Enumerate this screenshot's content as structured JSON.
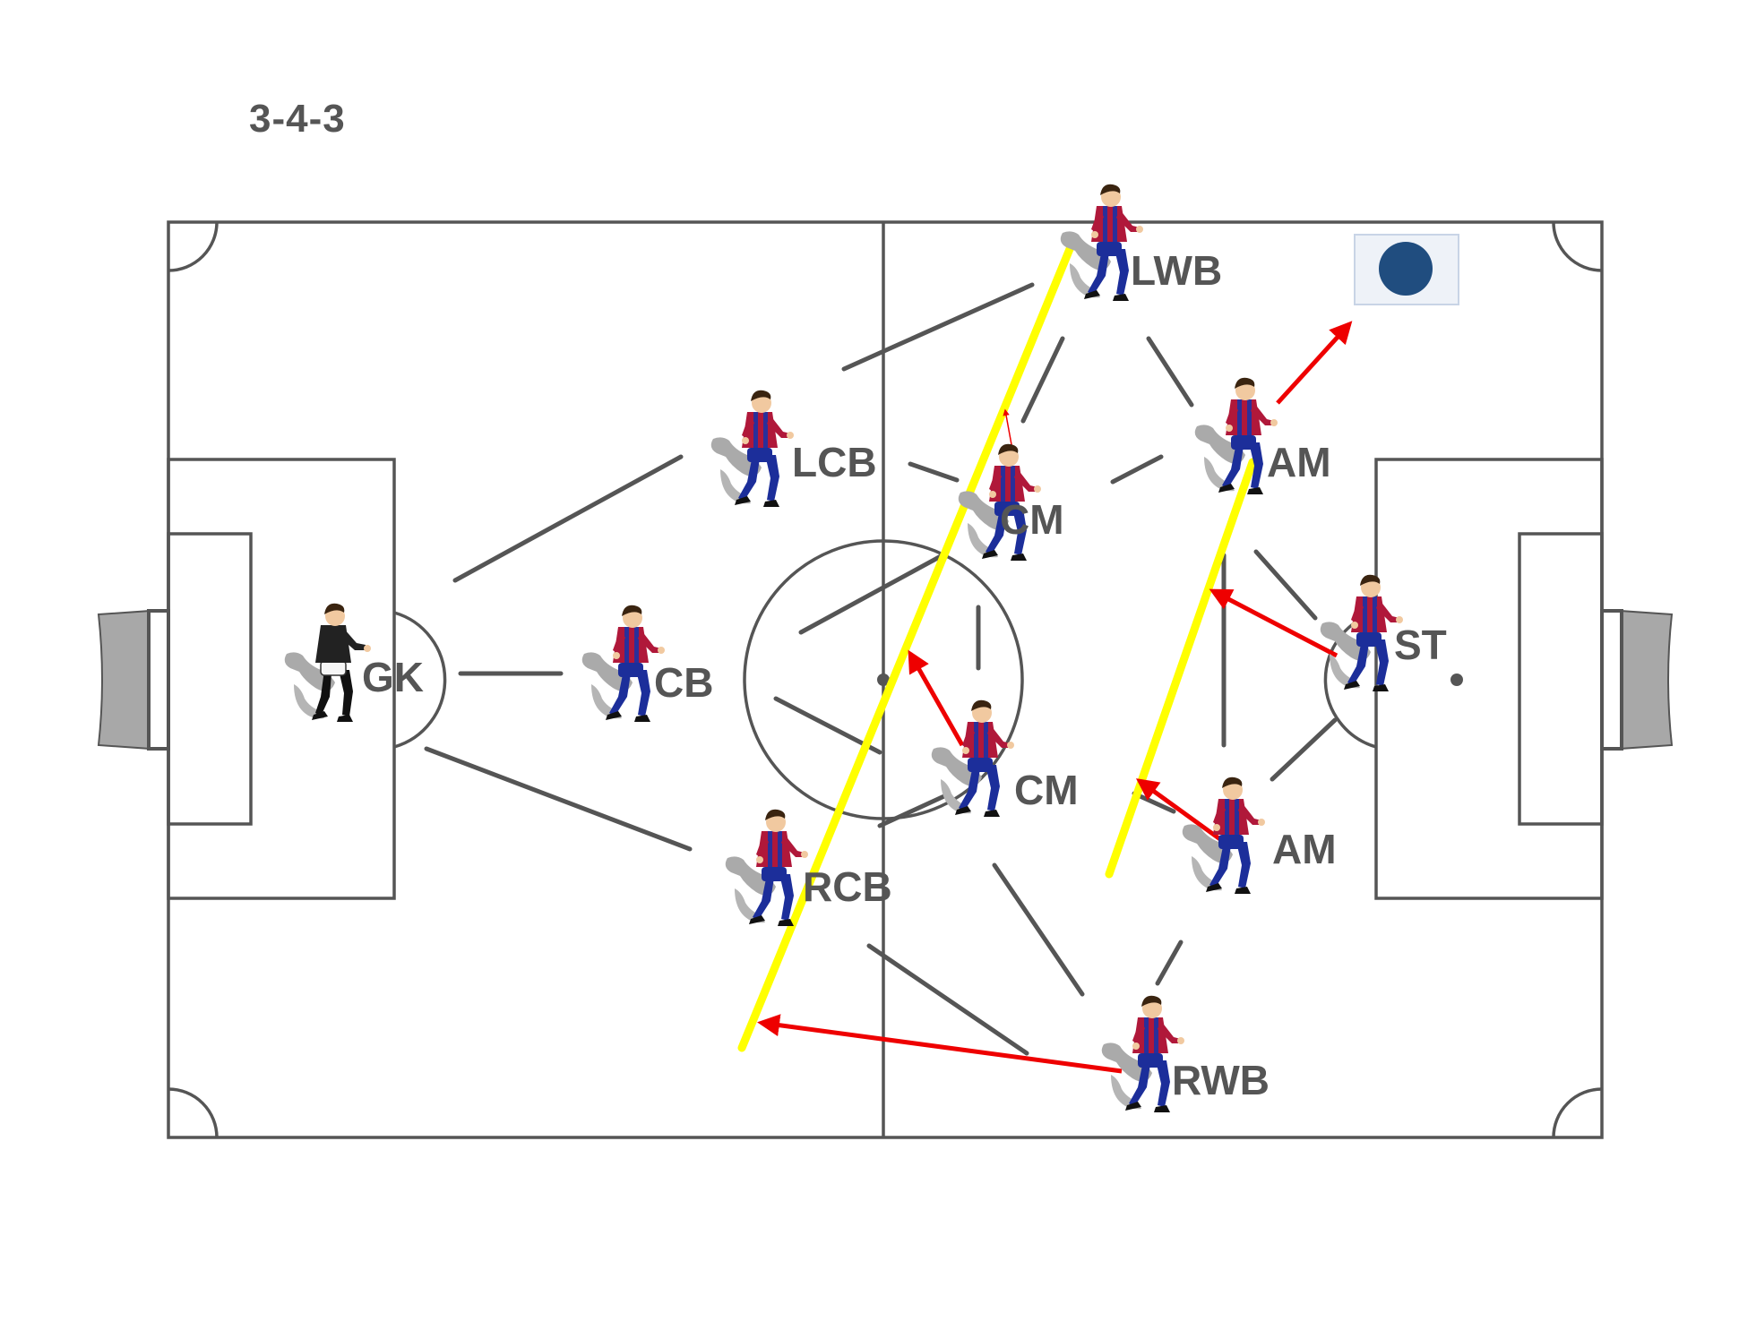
{
  "formation": "3-4-3",
  "players": [
    {
      "id": "gk",
      "label": "GK",
      "kit": "keeper"
    },
    {
      "id": "cb",
      "label": "CB",
      "kit": "outfield"
    },
    {
      "id": "lcb",
      "label": "LCB",
      "kit": "outfield"
    },
    {
      "id": "rcb",
      "label": "RCB",
      "kit": "outfield"
    },
    {
      "id": "lwb",
      "label": "LWB",
      "kit": "outfield"
    },
    {
      "id": "cm1",
      "label": "CM",
      "kit": "outfield"
    },
    {
      "id": "cm2",
      "label": "CM",
      "kit": "outfield"
    },
    {
      "id": "rwb",
      "label": "RWB",
      "kit": "outfield"
    },
    {
      "id": "am1",
      "label": "AM",
      "kit": "outfield"
    },
    {
      "id": "am2",
      "label": "AM",
      "kit": "outfield"
    },
    {
      "id": "st",
      "label": "ST",
      "kit": "outfield"
    }
  ],
  "ball_icon": "ball-icon",
  "colors": {
    "pitch_lines": "#555555",
    "connections": "#555555",
    "defensive_lines": "#ffff00",
    "movement_arrows": "#ee0000",
    "shirt_red": "#b0183a",
    "shirt_blue": "#2a2f9a",
    "ball": "#204d7f",
    "text": "#555555"
  }
}
